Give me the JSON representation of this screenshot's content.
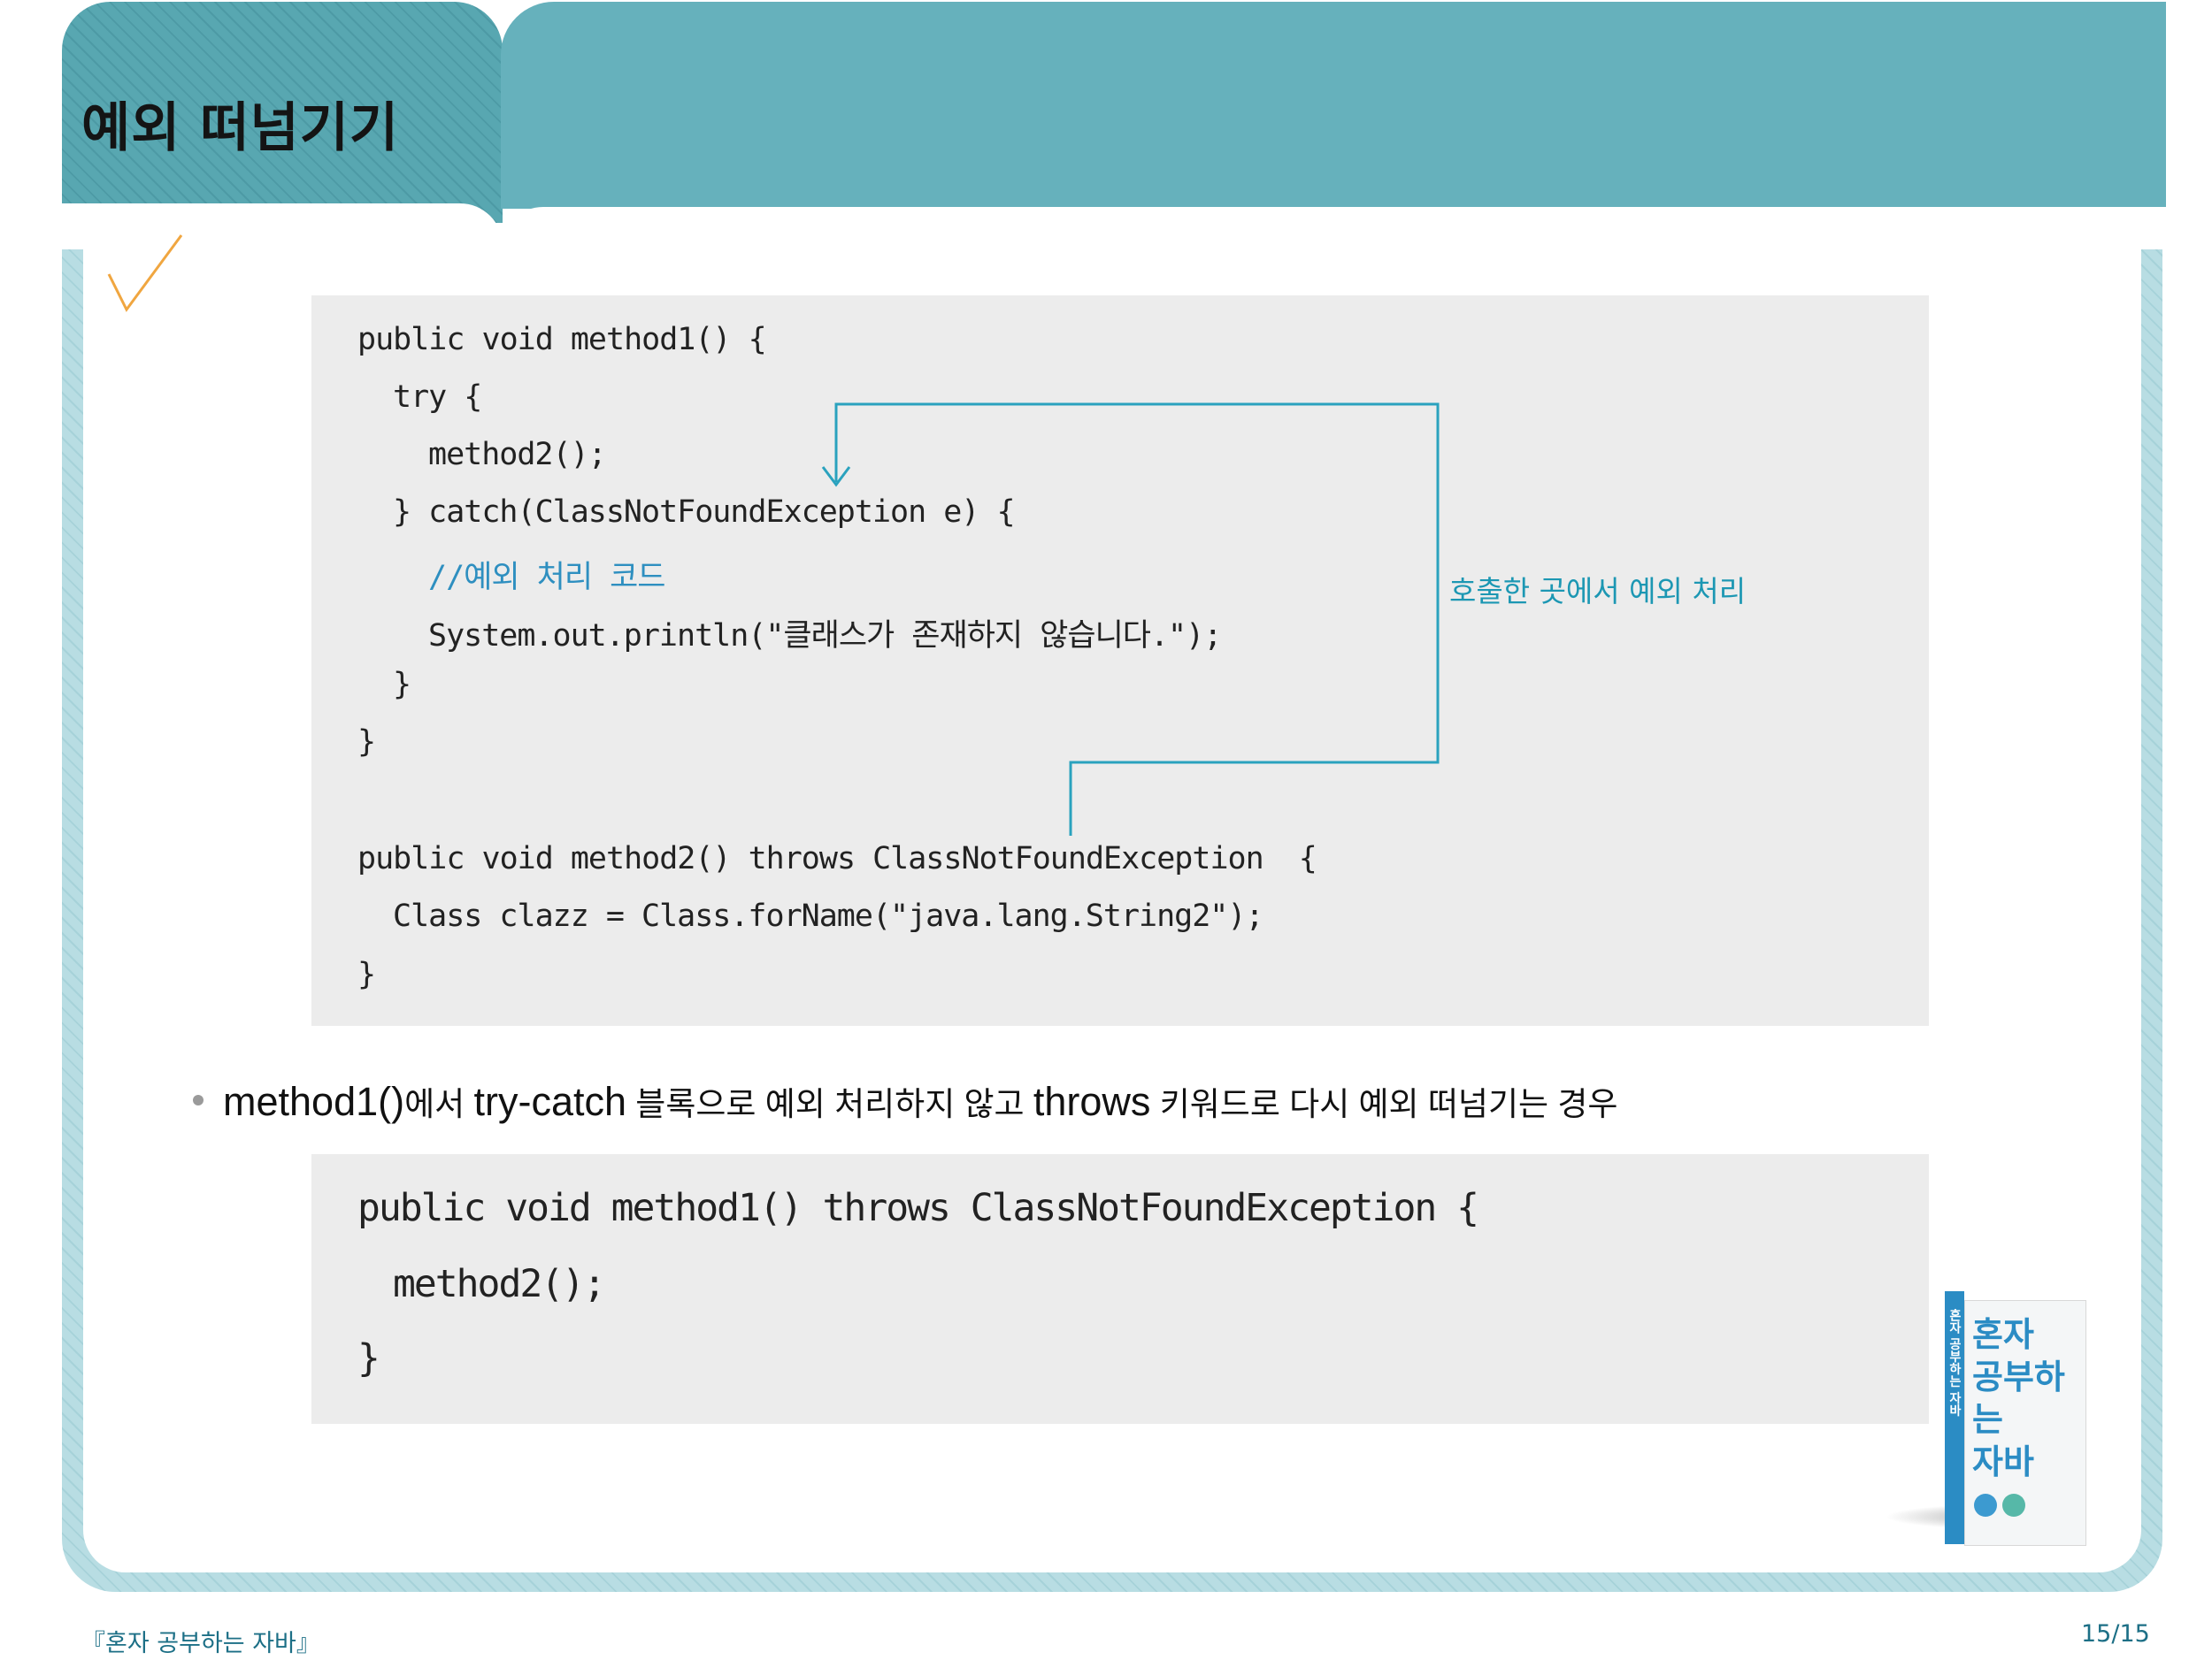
{
  "header": {
    "title": "예외 떠넘기기"
  },
  "colors": {
    "accent": "#66b1bc",
    "arrow": "#2aa2be",
    "comment": "#2e8fc0"
  },
  "code1": {
    "lines": [
      "public void method1() {",
      "try {",
      "method2();",
      "} catch(ClassNotFoundException e) {",
      "//예외 처리 코드",
      "System.out.println(\"클래스가 존재하지 않습니다.\");",
      "}",
      "}",
      "public void method2() throws ClassNotFoundException  {",
      "Class clazz = Class.forName(\"java.lang.String2\");",
      "}"
    ]
  },
  "annotation": "호출한 곳에서 예외 처리",
  "bullet": {
    "part1": "method1()",
    "part2": "에서 ",
    "part3": "try-catch",
    "part4": " 블록으로 예외 처리하지 않고 ",
    "part5": "throws",
    "part6": " 키워드로 다시 예외 떠넘기는 경우"
  },
  "code2": {
    "lines": [
      "public void method1() throws ClassNotFoundException {",
      "method2();",
      "}"
    ]
  },
  "book": {
    "title_1": "혼자",
    "title_2": "공부하는",
    "title_3": "자바",
    "spine": "혼자 공부하는 자바"
  },
  "footer": {
    "left": "『혼자 공부하는 자바』",
    "right": "15/15"
  }
}
